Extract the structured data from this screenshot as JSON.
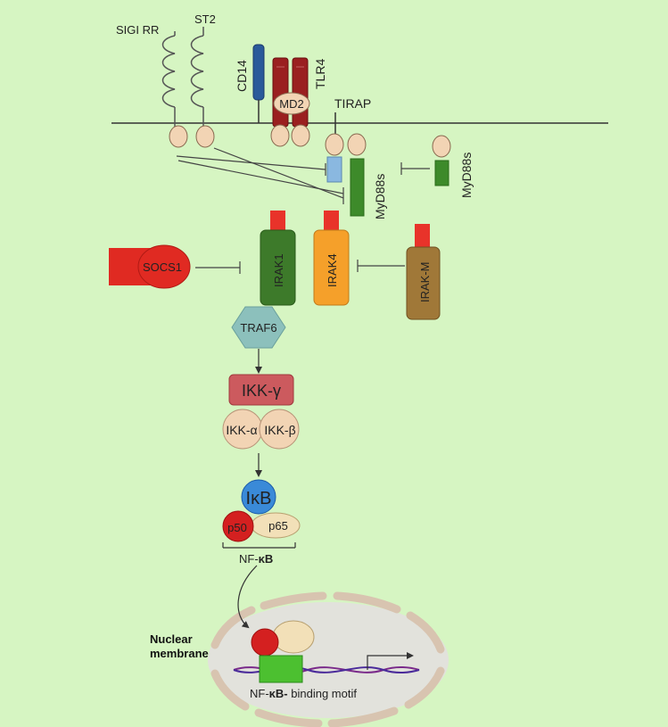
{
  "labels": {
    "sigirr": "SIGI RR",
    "st2": "ST2",
    "cd14": "CD14",
    "tlr4": "TLR4",
    "md2": "MD2",
    "tirap": "TIRAP",
    "myd88s_1": "MyD88s",
    "myd88s_2": "MyD88s",
    "socs1": "SOCS1",
    "irak1": "IRAK1",
    "irak4": "IRAK4",
    "irakm": "IRAK-M",
    "traf6": "TRAF6",
    "ikk_gamma": "IKK-γ",
    "ikk_alpha": "IKK-α",
    "ikk_beta": "IKK-β",
    "ikb": "IκB",
    "p50": "p50",
    "p65": "p65",
    "nfkb_prefix": "NF-",
    "nfkb_kappa": "κB",
    "nuclear_membrane_1": "Nuclear",
    "nuclear_membrane_2": "membrane",
    "binding_prefix": "NF-",
    "binding_kappa": "κB-",
    "binding_suffix": " binding motif"
  },
  "colors": {
    "background": "#d6f5c2",
    "irak1": "#3d7a2a",
    "irak4": "#f5a02a",
    "irakm": "#a07838",
    "traf6": "#8cc0bc",
    "ikk_gamma": "#cc5a5e",
    "socs1": "#e02a22",
    "red_cap": "#e8332a",
    "cd14": "#2a5a9a",
    "tlr4": "#9a2020",
    "myd88s": "#3d8a2a",
    "tirap_box": "#8ab8e0",
    "bead": "#f2d4b4",
    "ikb": "#3a8ad8",
    "p50": "#d42020",
    "p65": "#f2e0b8",
    "binding_motif": "#4cc030",
    "dna": "#7a2a8a",
    "nucleus": "#e2e2dc",
    "nuclear_membrane": "#d8c4b0"
  }
}
